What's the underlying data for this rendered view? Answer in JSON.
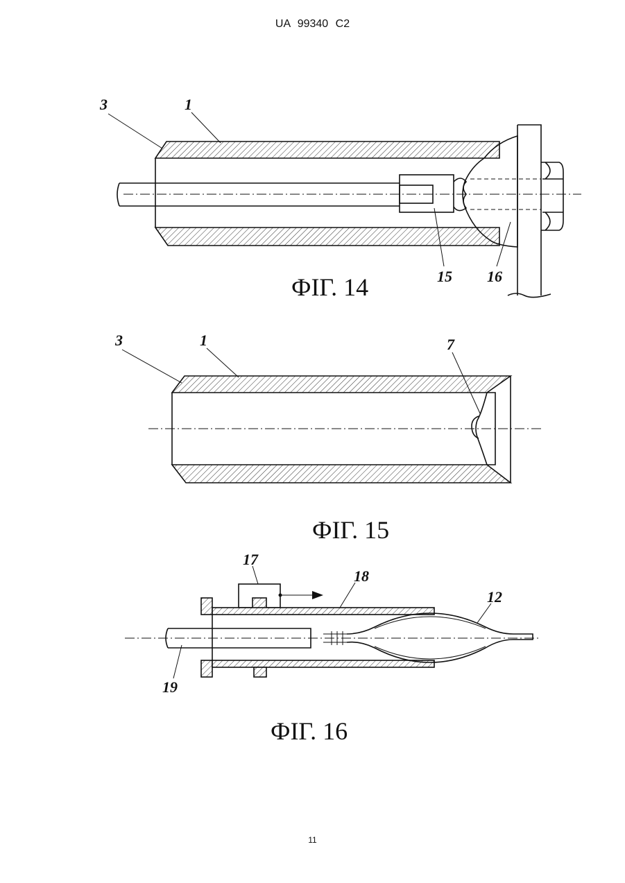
{
  "header": {
    "doc_id": "UA   99340   C2"
  },
  "figures": [
    {
      "caption": "ФІГ. 14",
      "labels": [
        "3",
        "1",
        "15",
        "16"
      ]
    },
    {
      "caption": "ФІГ. 15",
      "labels": [
        "3",
        "1",
        "7"
      ]
    },
    {
      "caption": "ФІГ. 16",
      "labels": [
        "17",
        "18",
        "12",
        "19"
      ]
    }
  ],
  "footer": {
    "page_number": "11"
  }
}
